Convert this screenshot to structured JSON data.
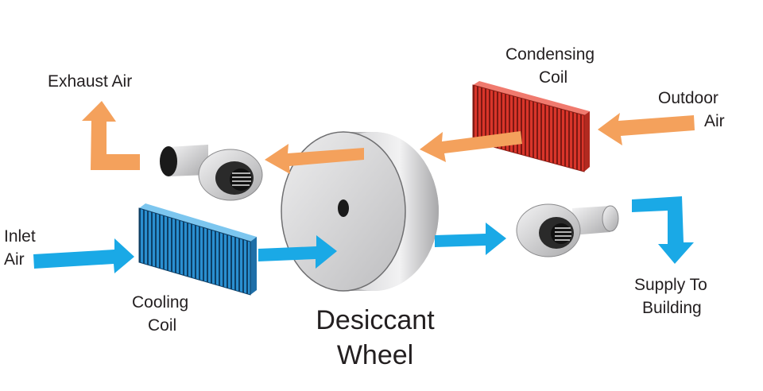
{
  "labels": {
    "exhaust_air": "Exhaust Air",
    "condensing_coil_1": "Condensing",
    "condensing_coil_2": "Coil",
    "outdoor_air_1": "Outdoor",
    "outdoor_air_2": "Air",
    "inlet_air_1": "Inlet",
    "inlet_air_2": "Air",
    "cooling_coil_1": "Cooling",
    "cooling_coil_2": "Coil",
    "supply_1": "Supply To",
    "supply_2": "Building",
    "wheel_1": "Desiccant",
    "wheel_2": "Wheel"
  },
  "colors": {
    "hot_air": "#f4a15c",
    "cool_air": "#1aa9e6",
    "condensing_coil": "#d9352a",
    "cooling_coil": "#2a8fd0",
    "metal": "#c8c8ca"
  }
}
